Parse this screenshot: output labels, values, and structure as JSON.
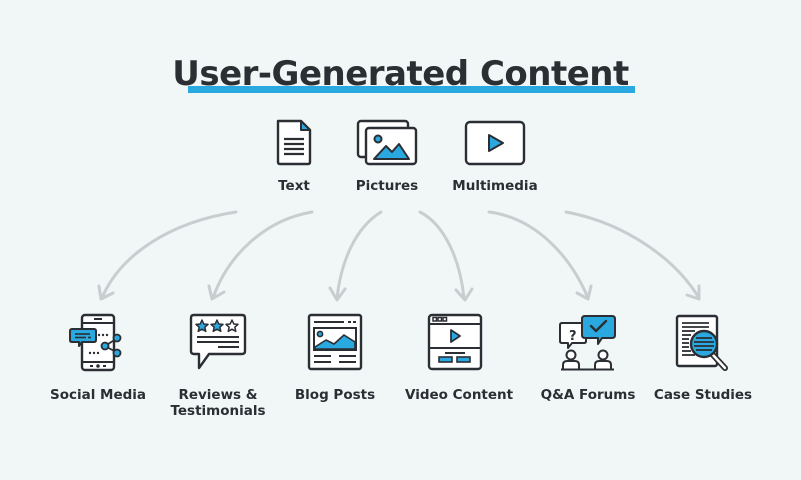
{
  "title": "User-Generated Content",
  "colors": {
    "background": "#f1f6f7",
    "accent": "#2aa8e0",
    "ink": "#2b2e33",
    "arrow": "#c9cdcf"
  },
  "sources": [
    {
      "label": "Text",
      "icon": "document-icon"
    },
    {
      "label": "Pictures",
      "icon": "images-icon"
    },
    {
      "label": "Multimedia",
      "icon": "play-video-icon"
    }
  ],
  "outputs": [
    {
      "label": "Social Media",
      "icon": "phone-share-icon"
    },
    {
      "label": "Reviews &",
      "label2": "Testimonials",
      "icon": "star-review-icon"
    },
    {
      "label": "Blog Posts",
      "icon": "blog-page-icon"
    },
    {
      "label": "Video Content",
      "icon": "video-page-icon"
    },
    {
      "label": "Q&A Forums",
      "icon": "discussion-icon"
    },
    {
      "label": "Case Studies",
      "icon": "magnifier-document-icon"
    }
  ]
}
